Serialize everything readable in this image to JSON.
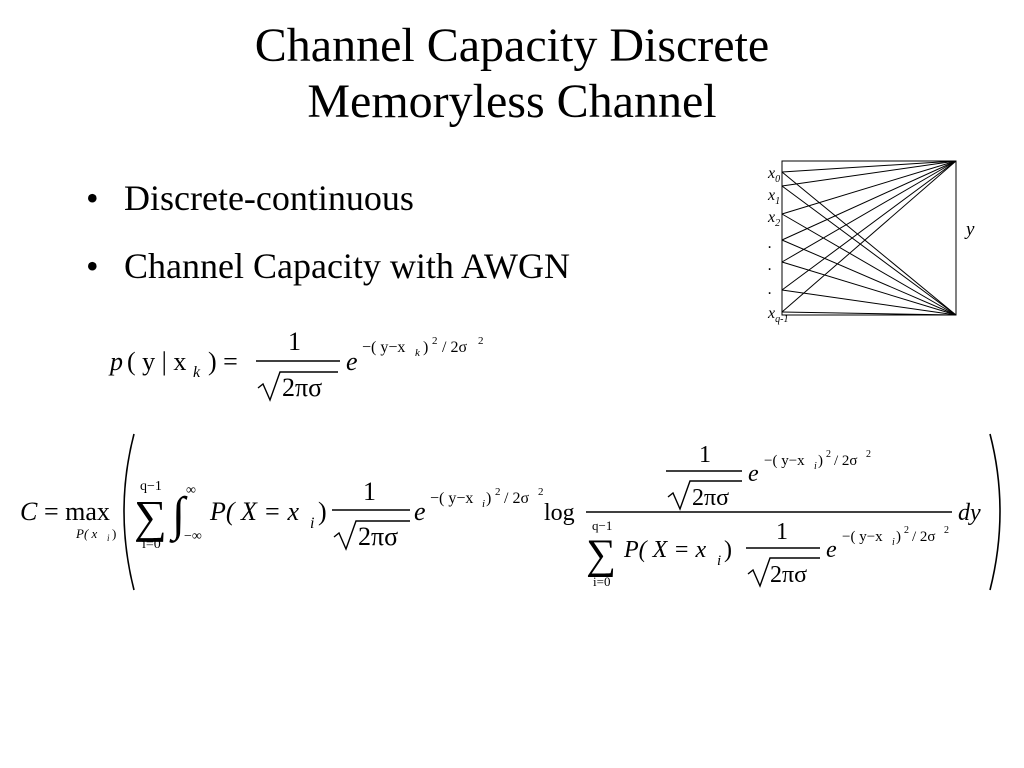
{
  "slide": {
    "title_line1": "Channel Capacity Discrete",
    "title_line2": "Memoryless Channel",
    "bullets": [
      {
        "label": "Discrete-continuous"
      },
      {
        "label": "Channel Capacity with AWGN"
      }
    ]
  },
  "diagram": {
    "inputs": [
      {
        "base": "x",
        "sub": "0"
      },
      {
        "base": "x",
        "sub": "1"
      },
      {
        "base": "x",
        "sub": "2"
      },
      {
        "base": ".",
        "sub": ""
      },
      {
        "base": ".",
        "sub": ""
      },
      {
        "base": ".",
        "sub": ""
      },
      {
        "base": "x",
        "sub": "q-1"
      }
    ],
    "output_label": "y"
  },
  "equation1": {
    "lhs_p": "p",
    "lhs_args": "( y | x",
    "lhs_sub": "k",
    "lhs_close": ") =",
    "num": "1",
    "den": "2πσ",
    "e": "e",
    "exponent": "−( y−x",
    "exp_sub": "k",
    "exp_tail": ")",
    "exp_sq": "2",
    "exp_div": "/ 2σ",
    "exp_sq2": "2"
  },
  "equation2": {
    "lhs": "C = max",
    "max_sub": "P( x",
    "max_sub_i": "i",
    "max_sub_close": ")",
    "sum_top": "q−1",
    "sum_bottom": "i=0",
    "int_top": "∞",
    "int_bottom": "−∞",
    "prob": "P( X  = x",
    "prob_sub": "i",
    "prob_close": ")",
    "frac_num": "1",
    "frac_den": "2πσ",
    "e": "e",
    "exponent": "−( y−x",
    "exp_sub": "i",
    "exp_tail": ")",
    "exp_sq": "2",
    "exp_div": "/ 2σ",
    "exp_sq2": "2",
    "log": "log",
    "dy": "dy"
  }
}
